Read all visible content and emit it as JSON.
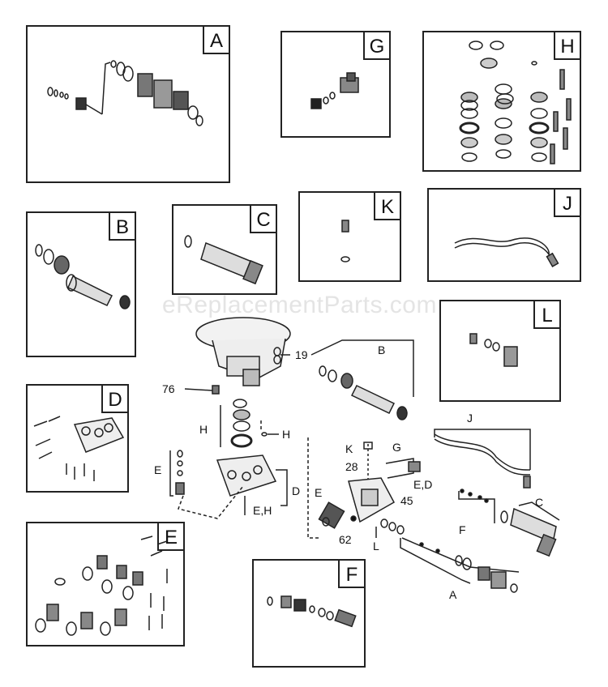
{
  "watermark": "eReplacementParts.com",
  "panels": {
    "A": "A",
    "B": "B",
    "C": "C",
    "D": "D",
    "E": "E",
    "F": "F",
    "G": "G",
    "H": "H",
    "J": "J",
    "K": "K",
    "L": "L"
  },
  "callouts": {
    "n19": "19",
    "n76": "76",
    "B": "B",
    "H1": "H",
    "H2": "H",
    "E": "E",
    "D": "D",
    "EH": "E,H",
    "K": "K",
    "G": "G",
    "J": "J",
    "n28": "28",
    "ED": "E,D",
    "E2": "E",
    "n45": "45",
    "F": "F",
    "C": "C",
    "n62": "62",
    "L": "L",
    "A": "A"
  }
}
